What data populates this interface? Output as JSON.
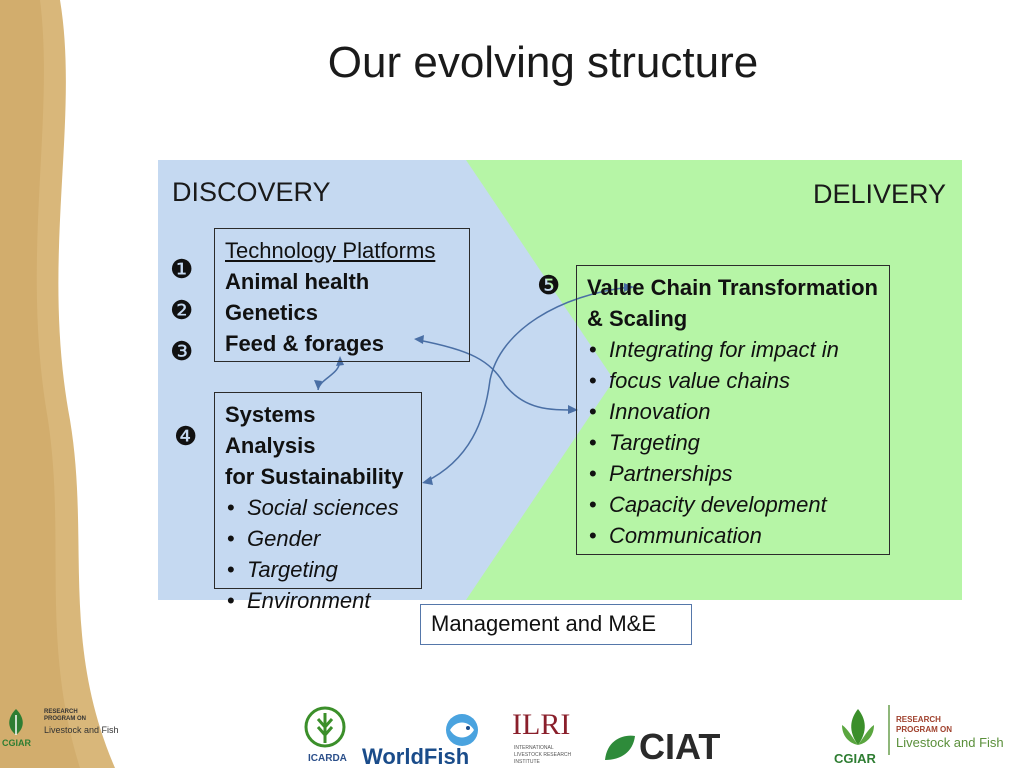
{
  "title": "Our evolving structure",
  "regions": {
    "discovery": "DISCOVERY",
    "delivery": "DELIVERY"
  },
  "numbers": {
    "n1": "❶",
    "n2": "❷",
    "n3": "❸",
    "n4": "❹",
    "n5": "❺"
  },
  "tech_box": {
    "heading": "Technology Platforms",
    "items": [
      "Animal health",
      "Genetics",
      "Feed & forages"
    ]
  },
  "systems_box": {
    "heading_line1": "Systems Analysis",
    "heading_line2": "for Sustainability",
    "items": [
      "Social sciences",
      "Gender",
      "Targeting",
      "Environment"
    ]
  },
  "value_chain_box": {
    "heading_line1": "Value Chain Transformation",
    "heading_line2": "& Scaling",
    "items": [
      "Integrating for impact in",
      "focus value chains",
      "Innovation",
      "Targeting",
      "Partnerships",
      "Capacity development",
      "Communication"
    ]
  },
  "management_box": "Management and M&E",
  "logos": {
    "corner_top": "RESEARCH",
    "corner_mid": "PROGRAM ON",
    "corner_bottom": "Livestock and Fish",
    "corner_brand": "CGIAR",
    "icarda": "ICARDA",
    "worldfish": "WorldFish",
    "ilri": "ILRI",
    "ilri_sub1": "INTERNATIONAL",
    "ilri_sub2": "LIVESTOCK RESEARCH",
    "ilri_sub3": "INSTITUTE",
    "ciat": "CIAT",
    "cgiar": "CGIAR",
    "right_top": "RESEARCH",
    "right_mid": "PROGRAM ON",
    "right_bottom": "Livestock and Fish"
  },
  "colors": {
    "discovery_bg": "#c5d9f1",
    "delivery_bg": "#b6f5a6",
    "sidebar_tan": "#d9b77a",
    "arrow": "#4a6fa5"
  }
}
